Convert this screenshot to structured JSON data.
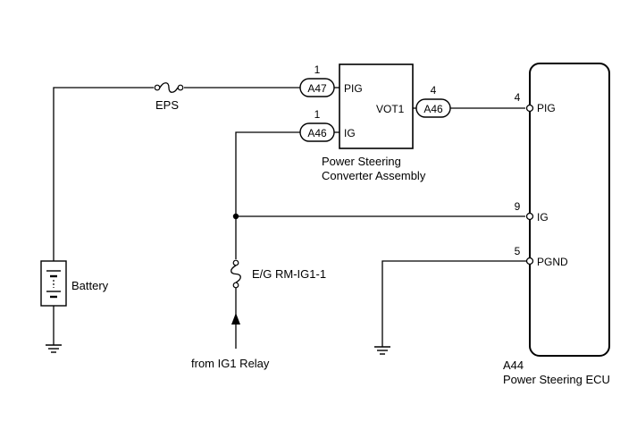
{
  "fuse_eps": {
    "label": "EPS"
  },
  "battery": {
    "label": "Battery"
  },
  "relay_fuse": {
    "label": "E/G RM-IG1-1"
  },
  "source": {
    "label": "from IG1 Relay"
  },
  "converter": {
    "name_line1": "Power Steering",
    "name_line2": "Converter Assembly",
    "pins": {
      "pig_in": {
        "number": "1",
        "connector": "A47",
        "signal": "PIG"
      },
      "ig_in": {
        "number": "1",
        "connector": "A46",
        "signal": "IG"
      },
      "vot1_out": {
        "number": "4",
        "connector": "A46",
        "signal": "VOT1"
      }
    }
  },
  "ecu": {
    "code": "A44",
    "name": "Power Steering ECU",
    "pins": {
      "pig": {
        "number": "4",
        "signal": "PIG"
      },
      "ig": {
        "number": "9",
        "signal": "IG"
      },
      "pgnd": {
        "number": "5",
        "signal": "PGND"
      }
    }
  }
}
